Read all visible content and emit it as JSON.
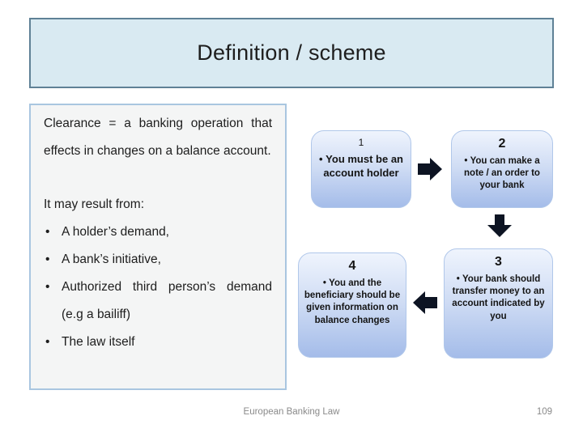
{
  "title": "Definition / scheme",
  "definition": {
    "paragraph": "Clearance = a banking operation that effects in changes on a balance account.",
    "lead_in": "It may result from:",
    "bullets": [
      "A holder’s demand,",
      "A bank’s initiative,",
      "Authorized third person’s demand (e.g a bailiff)",
      "The law itself"
    ]
  },
  "scheme": {
    "steps": [
      {
        "number": "1",
        "text": "You must be an account holder"
      },
      {
        "number": "2",
        "text": "You can make a note / an order to your bank"
      },
      {
        "number": "3",
        "text": "Your bank should transfer money to an account indicated by you"
      },
      {
        "number": "4",
        "text": "You and the beneficiary should be given information on balance changes"
      }
    ],
    "arrow_directions": [
      "right",
      "down",
      "left"
    ]
  },
  "footer": {
    "course": "European Banking Law",
    "page_number": "109"
  },
  "colors": {
    "title_fill": "#d9eaf2",
    "title_border": "#5f8196",
    "definition_box_fill": "#f4f5f5",
    "definition_box_border": "#a9c6e0",
    "step_gradient_top": "#eff4fd",
    "step_gradient_bottom": "#a4bce9",
    "step_border": "#b0c7ea",
    "arrow": "#0d1423",
    "footer_text": "#8a8a8a",
    "background": "#ffffff"
  }
}
